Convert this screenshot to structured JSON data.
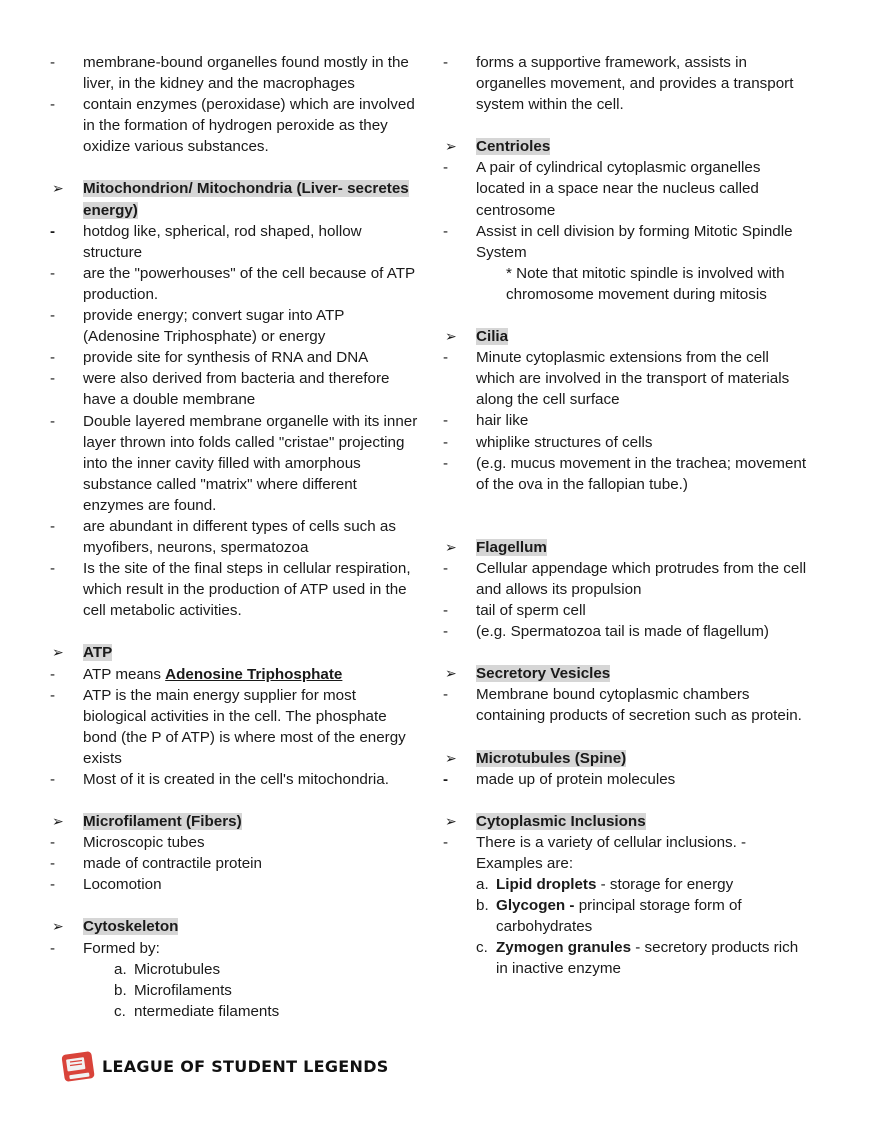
{
  "left": {
    "peroxisome_items": [
      "membrane-bound organelles found mostly in the liver, in the kidney and the macrophages",
      "contain enzymes (peroxidase) which are involved in the formation of hydrogen peroxide as they oxidize various substances."
    ],
    "mito_heading": "Mitochondrion/ Mitochondria (Liver- secretes energy)",
    "mito_items": [
      "hotdog like, spherical, rod shaped, hollow structure",
      "are the \"powerhouses\" of the cell because of ATP production.",
      "provide energy; convert sugar into ATP (Adenosine Triphosphate) or energy",
      "provide site for synthesis of RNA and DNA",
      "were also derived from bacteria and therefore have a double membrane",
      "Double layered membrane organelle with its inner layer thrown into folds called \"cristae\" projecting into the inner cavity filled with amorphous substance called \"matrix\" where different enzymes are found.",
      "are abundant in different types of cells such as myofibers, neurons, spermatozoa",
      "Is the site of the final steps in cellular respiration, which result in the production of ATP used in the cell metabolic activities."
    ],
    "atp_heading": "ATP",
    "atp_means_prefix": "ATP means ",
    "atp_means_term": "Adenosine Triphosphate",
    "atp_items": [
      "ATP is the main energy supplier for most biological activities in the cell. The phosphate bond (the P of ATP) is where most of the energy exists",
      "Most of it is created in the cell's mitochondria."
    ],
    "microfilament_heading": "Microfilament (Fibers)",
    "microfilament_items": [
      "Microscopic tubes",
      "made of contractile protein",
      "Locomotion"
    ],
    "cyto_heading": "Cytoskeleton",
    "cyto_formed": "Formed by:",
    "cyto_sub": [
      {
        "label": "a.",
        "text": "Microtubules"
      },
      {
        "label": "b.",
        "text": "Microfilaments"
      },
      {
        "label": "c.",
        "text": "ntermediate filaments"
      }
    ]
  },
  "right": {
    "cont_item": "forms a supportive framework, assists in organelles movement, and provides a transport system within the cell.",
    "centrioles_heading": "Centrioles",
    "centrioles_items": [
      "A pair of cylindrical cytoplasmic organelles located in a space near the nucleus called centrosome",
      "Assist in cell division by forming Mitotic Spindle System"
    ],
    "centrioles_note": "* Note that mitotic spindle is involved with chromosome movement during mitosis",
    "cilia_heading": "Cilia",
    "cilia_items": [
      "Minute cytoplasmic extensions from the cell which are involved in the transport of materials along the cell surface",
      "hair like",
      "whiplike structures of cells",
      "(e.g. mucus movement in the trachea; movement of the ova in the fallopian tube.)"
    ],
    "flagellum_heading": "Flagellum",
    "flagellum_items": [
      "Cellular appendage which protrudes from the cell and allows its propulsion",
      "tail of sperm cell",
      "(e.g. Spermatozoa tail is made of flagellum)"
    ],
    "secretory_heading": "Secretory Vesicles",
    "secretory_items": [
      "Membrane bound cytoplasmic chambers containing products of secretion such as protein."
    ],
    "microtubules_heading": "Microtubules (Spine)",
    "microtubules_items": [
      "made up of protein molecules"
    ],
    "inclusions_heading": "Cytoplasmic Inclusions",
    "inclusions_item": "There is a variety of cellular inclusions. - Examples are:",
    "inclusions_sub": [
      {
        "label": "a.",
        "term": "Lipid droplets",
        "text": " - storage for energy"
      },
      {
        "label": "b.",
        "term": "Glycogen -",
        "text": " principal storage form of carbohydrates"
      },
      {
        "label": "c.",
        "term": "Zymogen granules",
        "text": " - secretory products rich in inactive enzyme"
      }
    ]
  },
  "footer": {
    "brand": "LEAGUE OF STUDENT LEGENDS"
  },
  "colors": {
    "heading_highlight": "#d6d6d6",
    "logo_red": "#d9433a"
  }
}
